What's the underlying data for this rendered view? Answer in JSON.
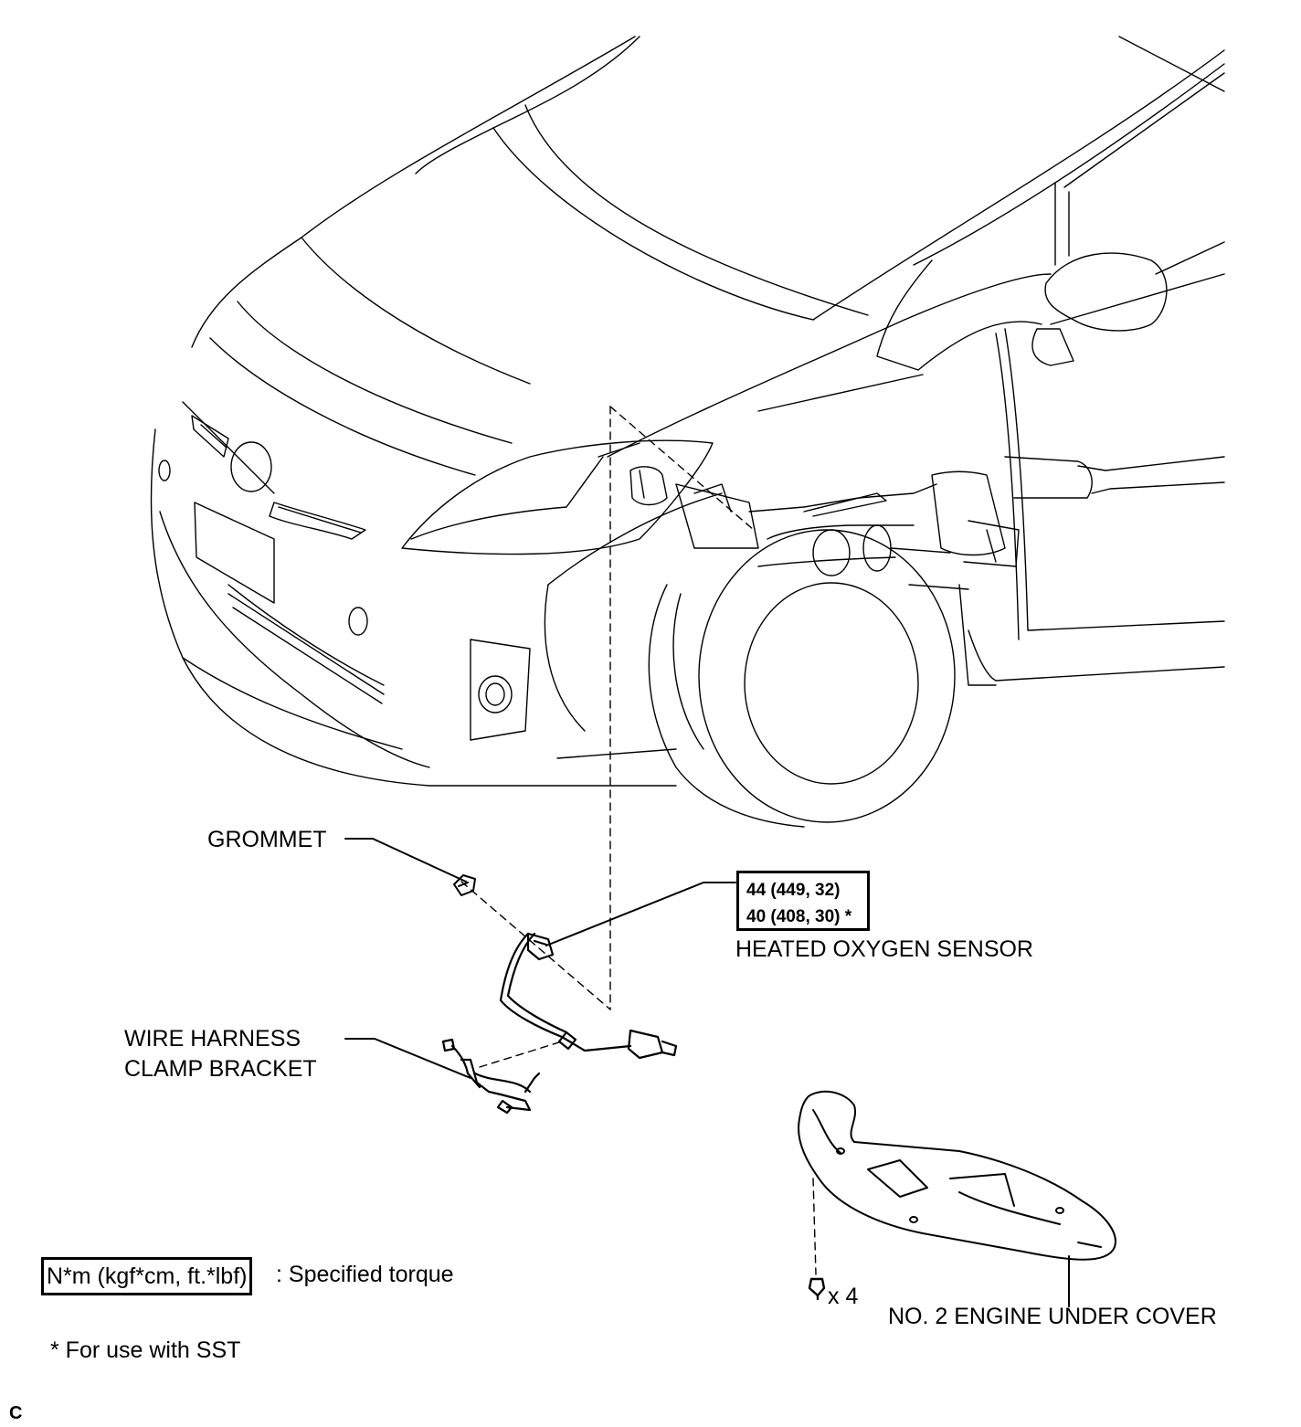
{
  "labels": {
    "grommet": "GROMMET",
    "sensor": "HEATED OXYGEN SENSOR",
    "bracket_line1": "WIRE HARNESS",
    "bracket_line2": "CLAMP BRACKET",
    "under_cover": "NO. 2 ENGINE UNDER COVER",
    "clip_count": "x 4"
  },
  "torque": {
    "standard": "44 (449, 32)",
    "with_sst": "40 (408, 30) *"
  },
  "legend": {
    "unit_box": "N*m (kgf*cm, ft.*lbf)",
    "unit_description": ": Specified torque",
    "sst_note": "* For use with SST"
  },
  "corner_code": "C"
}
